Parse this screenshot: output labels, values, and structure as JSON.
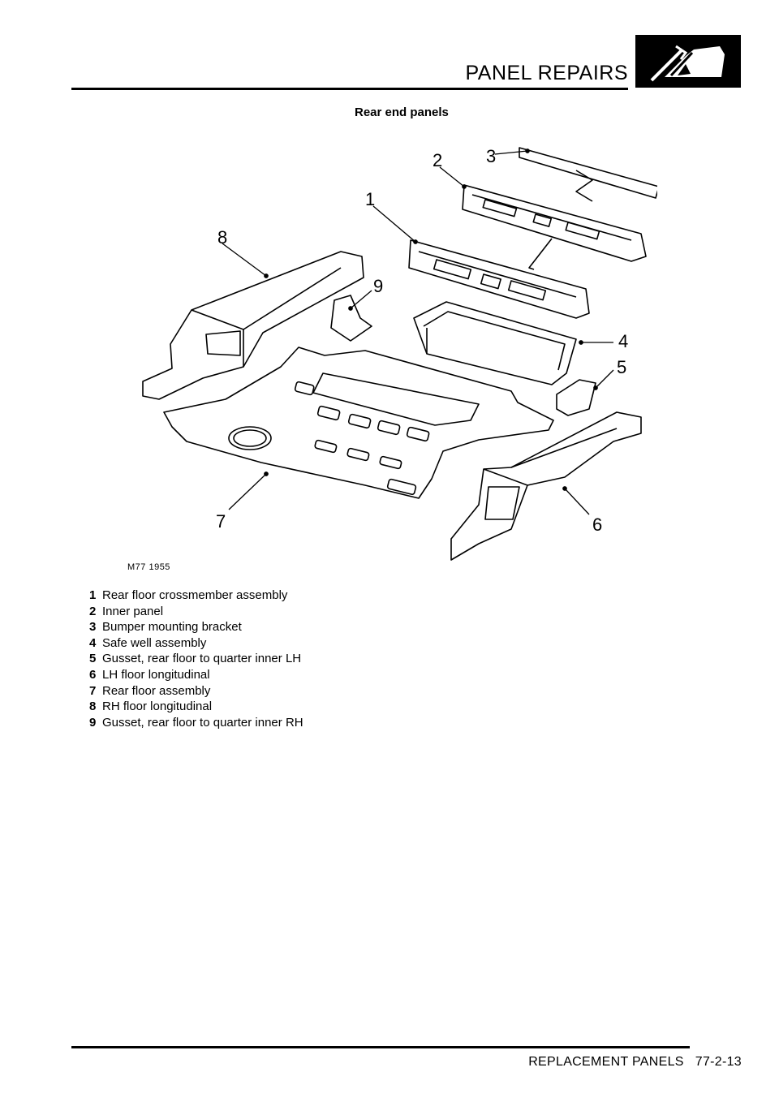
{
  "header": {
    "title": "PANEL REPAIRS"
  },
  "section": {
    "title": "Rear end panels"
  },
  "figure": {
    "code": "M77 1955",
    "callouts": [
      "1",
      "2",
      "3",
      "4",
      "5",
      "6",
      "7",
      "8",
      "9"
    ]
  },
  "legend": [
    {
      "num": "1",
      "text": "Rear floor crossmember assembly"
    },
    {
      "num": "2",
      "text": "Inner panel"
    },
    {
      "num": "3",
      "text": "Bumper mounting bracket"
    },
    {
      "num": "4",
      "text": "Safe well assembly"
    },
    {
      "num": "5",
      "text": "Gusset, rear floor to quarter inner LH"
    },
    {
      "num": "6",
      "text": "LH floor longitudinal"
    },
    {
      "num": "7",
      "text": "Rear floor assembly"
    },
    {
      "num": "8",
      "text": "RH floor longitudinal"
    },
    {
      "num": "9",
      "text": "Gusset, rear floor to quarter inner RH"
    }
  ],
  "footer": {
    "section": "REPLACEMENT PANELS",
    "page": "77-2-13"
  }
}
